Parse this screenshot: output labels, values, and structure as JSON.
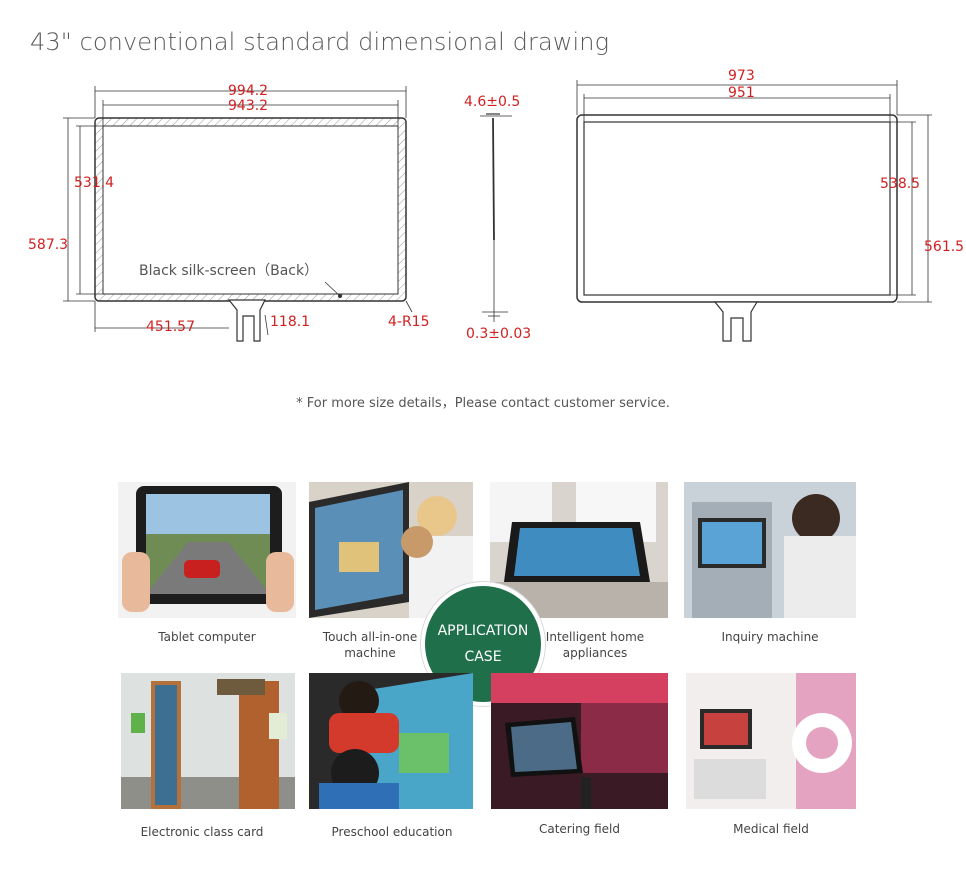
{
  "title": "43\" conventional standard dimensional drawing",
  "drawing": {
    "front": {
      "outer_width": "994.2",
      "inner_width": "943.2",
      "inner_height": "531.4",
      "outer_height": "587.3",
      "silkscreen_label": "Black silk-screen（Back）",
      "offset_left": "451.57",
      "connector_width": "118.1",
      "corner_radius": "4-R15"
    },
    "side": {
      "thickness_top": "4.6±0.5",
      "thickness_bottom": "0.3±0.03"
    },
    "back": {
      "outer_width": "973",
      "inner_width": "951",
      "inner_height": "538.5",
      "outer_height": "561.5"
    }
  },
  "footnote": "* For more size details，Please contact customer service.",
  "badge": {
    "line1": "APPLICATION",
    "line2": "CASE"
  },
  "applications": [
    {
      "label": "Tablet computer"
    },
    {
      "label": "Touch all-in-one machine"
    },
    {
      "label": "Intelligent home appliances"
    },
    {
      "label": "Inquiry machine"
    },
    {
      "label": "Electronic class card"
    },
    {
      "label": "Preschool education"
    },
    {
      "label": "Catering field"
    },
    {
      "label": "Medical field"
    }
  ],
  "colors": {
    "dimension": "#d22020",
    "badge": "#1f6f4a",
    "line": "#333333"
  }
}
